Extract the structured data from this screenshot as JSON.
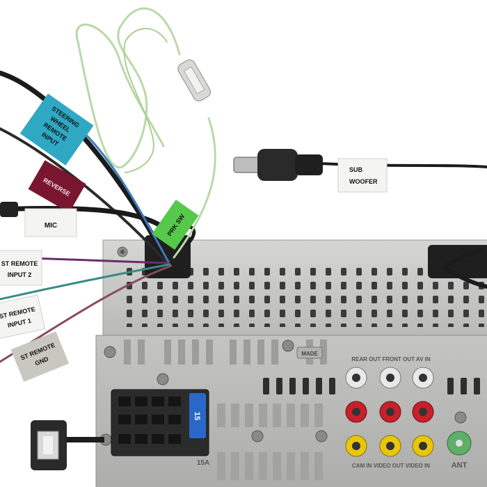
{
  "labels": {
    "steering_line1": "STEERING",
    "steering_line2": "WHEEL",
    "steering_line3": "REMOTE",
    "steering_line4": "INPUT",
    "reverse": "REVERSE",
    "mic": "MIC",
    "prk_sw": "PRK SW",
    "sub_line1": "SUB",
    "sub_line2": "WOOFER",
    "remote2_line1": "ST REMOTE",
    "remote2_line2": "INPUT 2",
    "remote1_line1": "ST REMOTE",
    "remote1_line2": "INPUT 1",
    "gnd_line1": "ST REMOTE",
    "gnd_line2": "GND"
  },
  "chassis_text": {
    "fuse_value": "15",
    "fuse_rating": "15A",
    "panel_badge": "MADE",
    "rca_header": "REAR OUT  FRONT OUT  AV IN",
    "rca_footer": "CAM IN  VIDEO OUT  VIDEO IN",
    "ant": "ANT"
  },
  "colors": {
    "steering_tag": "#2fa8c4",
    "reverse_tag": "#7a1530",
    "prk_tag": "#56c84a",
    "white_tag": "#f4f4f2",
    "gray_tag": "#c9c8c0",
    "prk_wire": "#b8d9a8",
    "rca_red": "#c8202a",
    "rca_yellow": "#e8c60c",
    "rca_white": "#eeeeee",
    "ant_green": "#5fae6a",
    "chassis": "#c9c9c9"
  }
}
